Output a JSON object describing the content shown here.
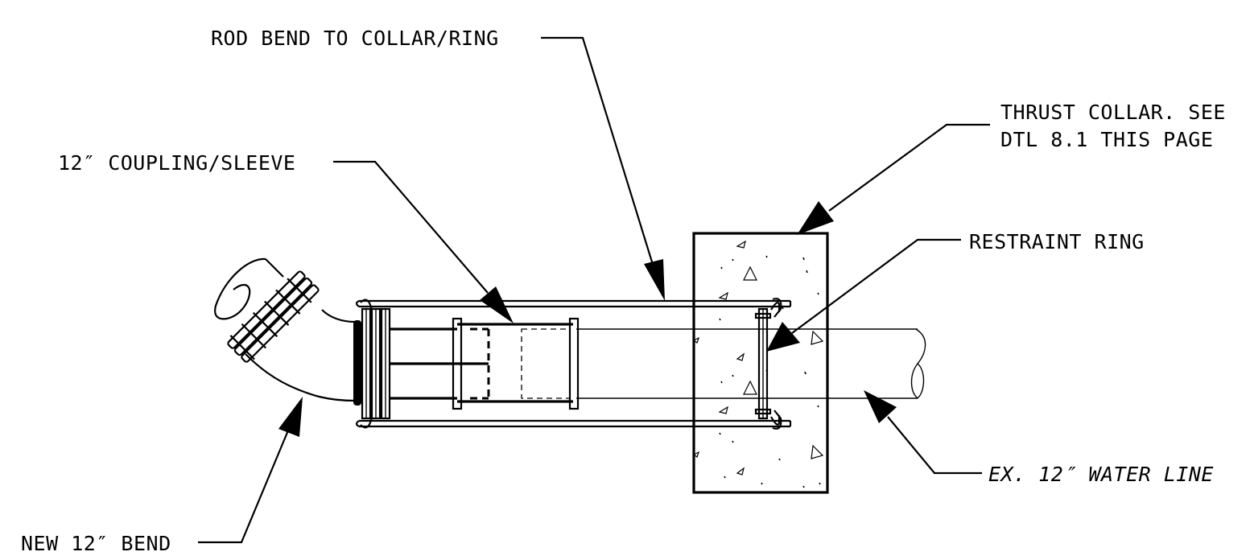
{
  "labels": {
    "rod_bend": "ROD BEND TO COLLAR/RING",
    "thrust_collar_line1": "THRUST COLLAR. SEE",
    "thrust_collar_line2": "DTL 8.1 THIS PAGE",
    "coupling": "12″ COUPLING/SLEEVE",
    "restraint_ring": "RESTRAINT RING",
    "water_line": "EX. 12″ WATER LINE",
    "new_bend": "NEW 12″ BEND"
  }
}
